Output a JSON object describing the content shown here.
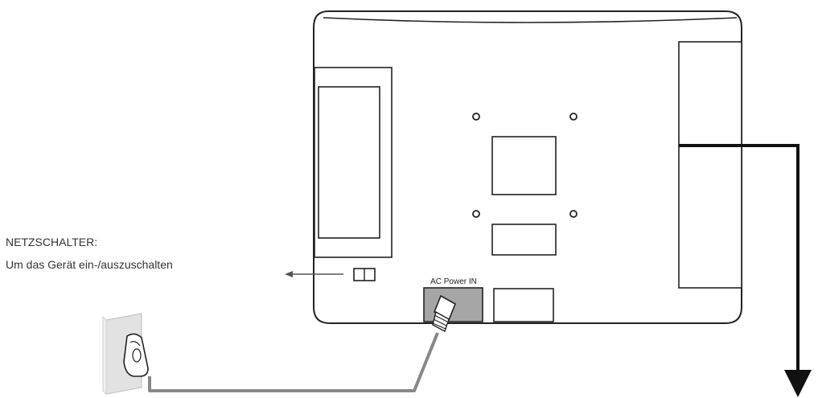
{
  "diagram": {
    "power_switch": {
      "title": "NETZSCHALTER:",
      "description": "Um das Gerät ein-/auszuschalten"
    },
    "ports": {
      "ac_power_label": "AC Power IN"
    },
    "colors": {
      "outline": "#222222",
      "cable": "#888888",
      "port_fill": "#a6a6a6",
      "wall_socket": "#e2e2e2",
      "arrow": "#111111"
    }
  }
}
